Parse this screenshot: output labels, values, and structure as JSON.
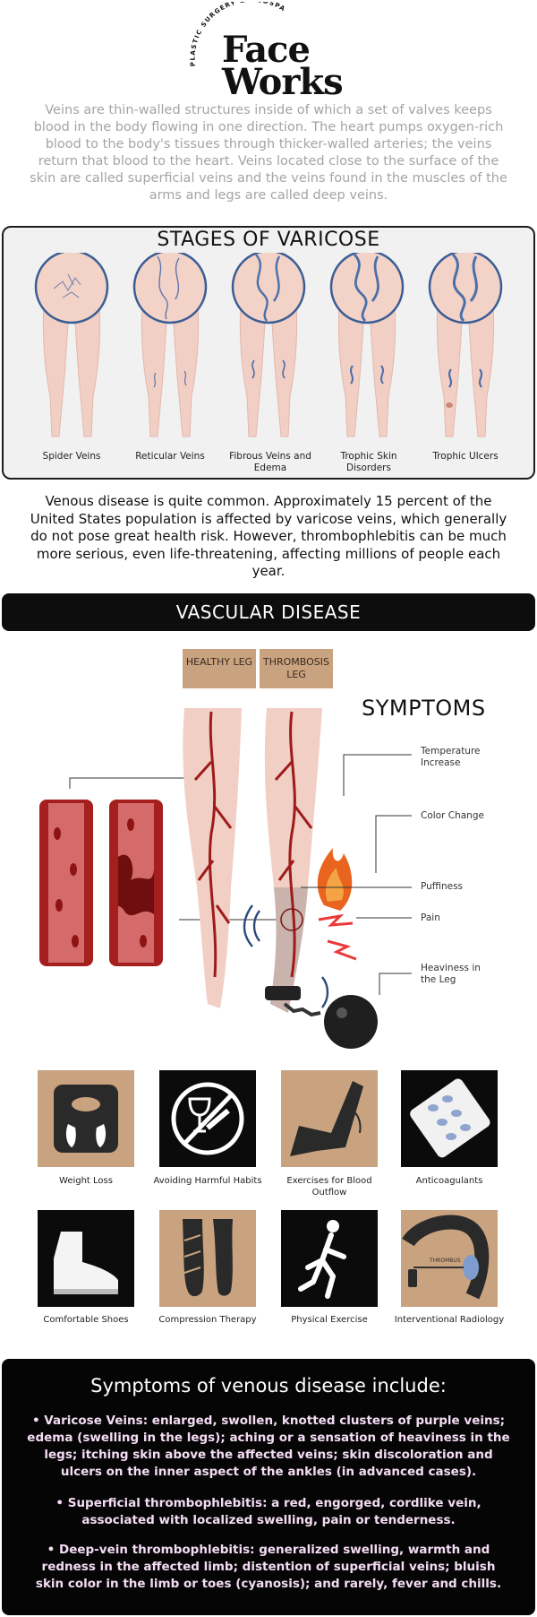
{
  "logo": {
    "name": "Face Works",
    "tagline": "PLASTIC SURGERY & MEDSPA"
  },
  "intro": "Veins are thin-walled structures inside of which a set of valves keeps blood in the body flowing in one direction. The heart pumps oxygen-rich blood to the body's tissues through thicker-walled arteries; the veins return that blood to the heart. Veins located close to the surface of the skin are called superficial veins and the veins found in the muscles of the arms and legs are called deep veins.",
  "stages": {
    "title": "STAGES OF VARICOSE",
    "items": [
      {
        "label": "Spider Veins"
      },
      {
        "label": "Reticular Veins"
      },
      {
        "label": "Fibrous Veins and Edema"
      },
      {
        "label": "Trophic Skin Disorders"
      },
      {
        "label": "Trophic Ulcers"
      }
    ]
  },
  "para2": "Venous disease is quite common. Approximately 15 percent of the United States population is affected by varicose veins, which generally do not pose great health risk. However, thrombophlebitis can be much more serious, even life-threatening, affecting millions of people each year.",
  "vascular": {
    "title": "VASCULAR DISEASE",
    "healthy_tag": "HEALTHY LEG",
    "thrombosis_tag": "THROMBOSIS LEG",
    "symptoms_title": "SYMPTOMS",
    "symptoms": [
      "Temperature Increase",
      "Color Change",
      "Puffiness",
      "Pain",
      "Heaviness in the Leg"
    ]
  },
  "treatments": [
    {
      "label": "Weight Loss"
    },
    {
      "label": "Avoiding Harmful Habits"
    },
    {
      "label": "Exercises for Blood Outflow"
    },
    {
      "label": "Anticoagulants"
    },
    {
      "label": "Comfortable Shoes"
    },
    {
      "label": "Compression Therapy"
    },
    {
      "label": "Physical Exercise"
    },
    {
      "label": "Interventional Radiology"
    }
  ],
  "radiology_inner_label": "THROMBUS",
  "colors": {
    "accent_tan": "#c9a37f",
    "vein_red": "#9e1b1b",
    "vein_blue": "#4b6fa8",
    "skin": "#f2cfc4"
  },
  "bottom": {
    "title": "Symptoms of venous disease include:",
    "bullets": [
      "• Varicose Veins: enlarged, swollen, knotted clusters of purple veins; edema (swelling in the legs); aching or a sensation of heaviness in the legs; itching skin above the affected veins; skin discoloration and ulcers on the inner aspect of the ankles (in advanced cases).",
      "• Superficial thrombophlebitis: a red, engorged, cordlike vein, associated with localized swelling, pain or tenderness.",
      "• Deep-vein thrombophlebitis: generalized swelling, warmth and redness in the affected limb; distention of superficial veins; bluish skin color in the limb or toes (cyanosis); and rarely, fever and chills."
    ]
  }
}
